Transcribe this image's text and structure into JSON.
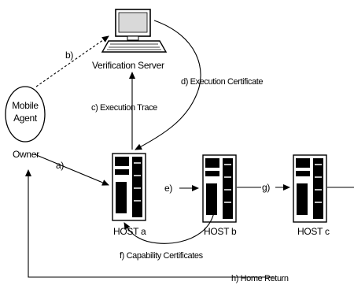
{
  "nodes": {
    "verification_server": "Verification Server",
    "mobile_agent": [
      "Mobile",
      "Agent"
    ],
    "owner": "Owner",
    "host_a": "HOST a",
    "host_b": "HOST b",
    "host_c": "HOST c"
  },
  "edges": {
    "a": "a)",
    "b": "b)",
    "c": "c) Execution Trace",
    "d": "d) Execution Certificate",
    "e": "e)",
    "f": "f) Capability Certificates",
    "g": "g)",
    "h": "h) Home Return"
  }
}
